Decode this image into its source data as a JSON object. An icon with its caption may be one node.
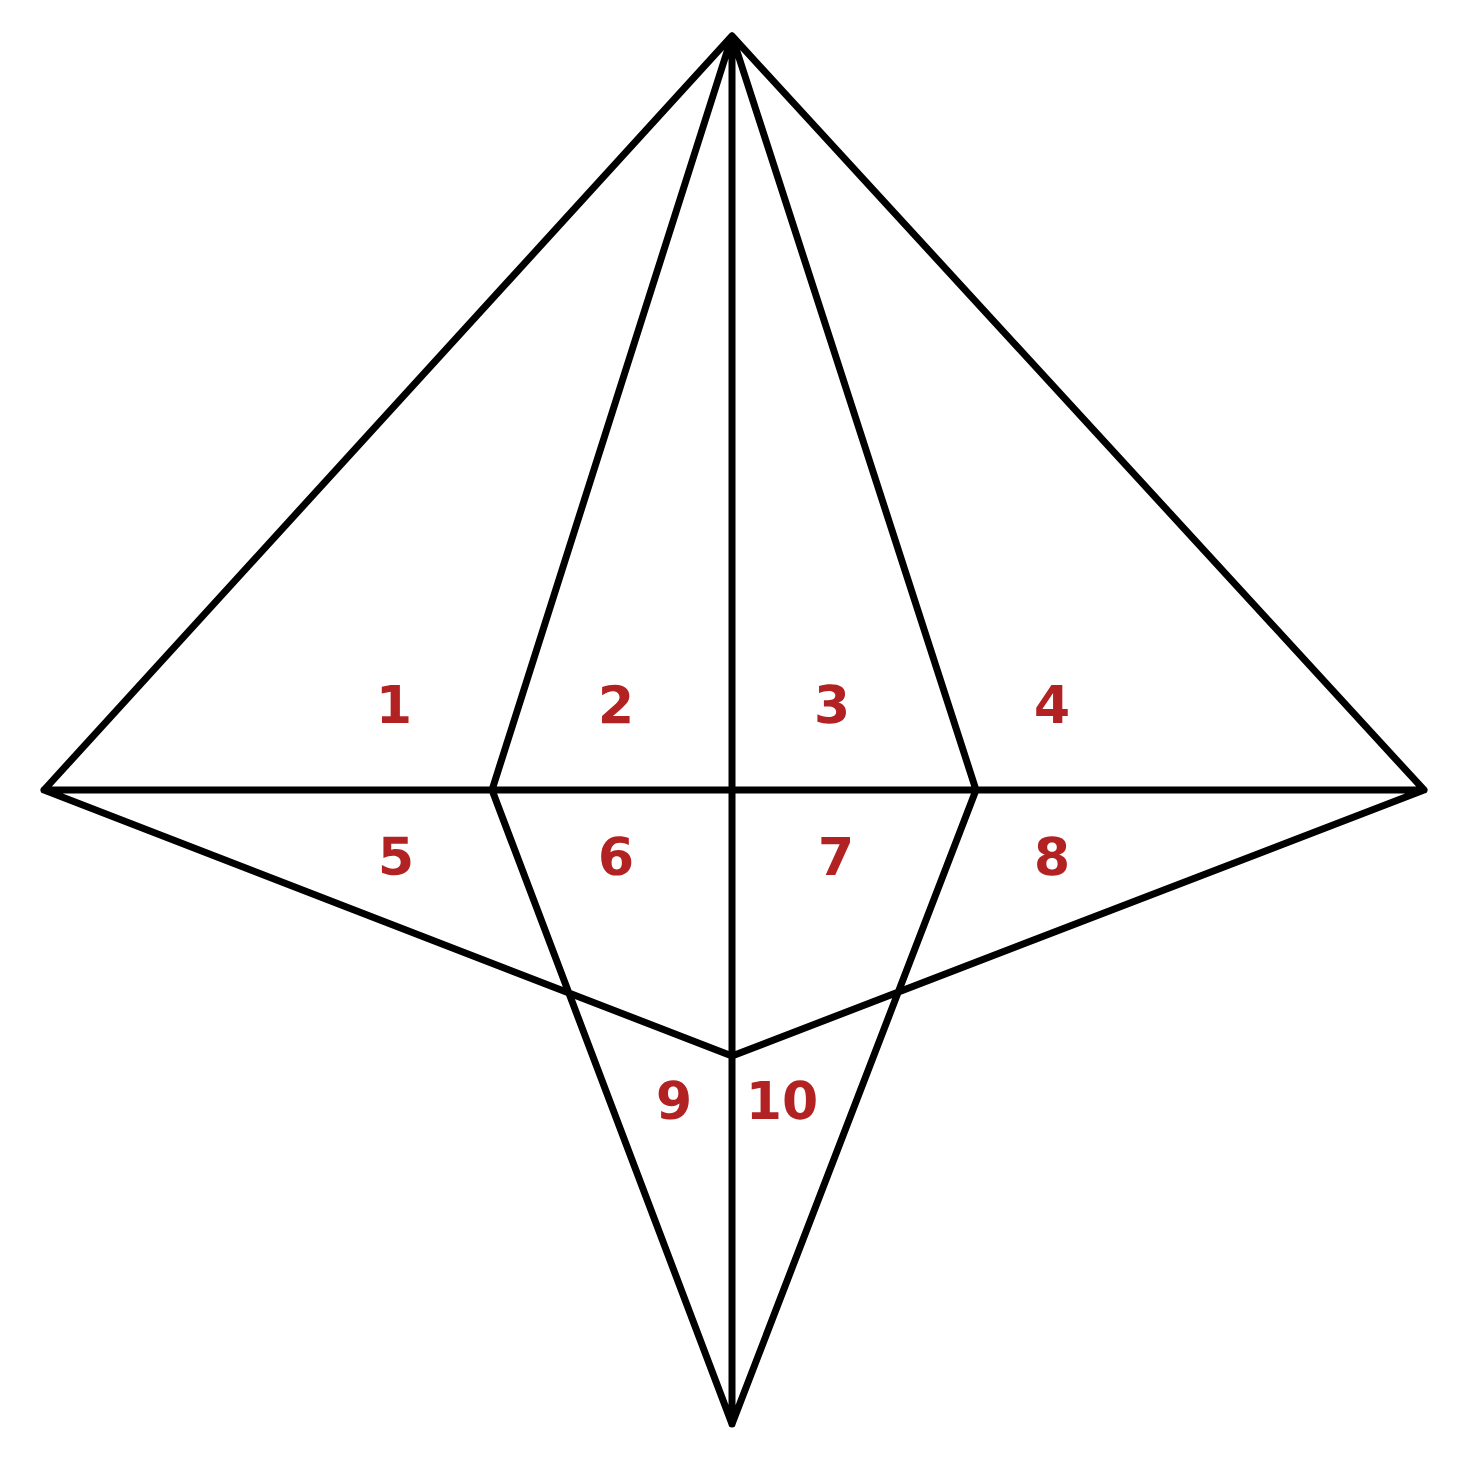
{
  "diagram": {
    "labels": [
      "1",
      "2",
      "3",
      "4",
      "5",
      "6",
      "7",
      "8",
      "9",
      "10"
    ]
  }
}
